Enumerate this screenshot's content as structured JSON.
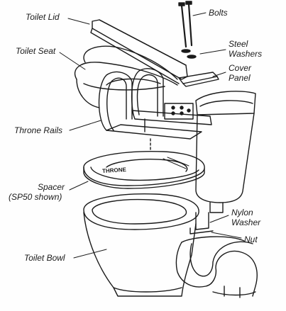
{
  "labels": {
    "toilet_lid": "Toilet Lid",
    "bolts": "Bolts",
    "toilet_seat": "Toilet Seat",
    "steel_washers_1": "Steel",
    "steel_washers_2": "Washers",
    "cover_panel_1": "Cover",
    "cover_panel_2": "Panel",
    "throne_rails": "Throne Rails",
    "spacer_1": "Spacer",
    "spacer_2": "(SP50 shown)",
    "nylon_washer_1": "Nylon",
    "nylon_washer_2": "Washer",
    "nut": "Nut",
    "toilet_bowl": "Toilet Bowl"
  },
  "spacer_logo": "THRONE",
  "colors": {
    "ink": "#1a1a1a",
    "paper": "#fefefe"
  }
}
